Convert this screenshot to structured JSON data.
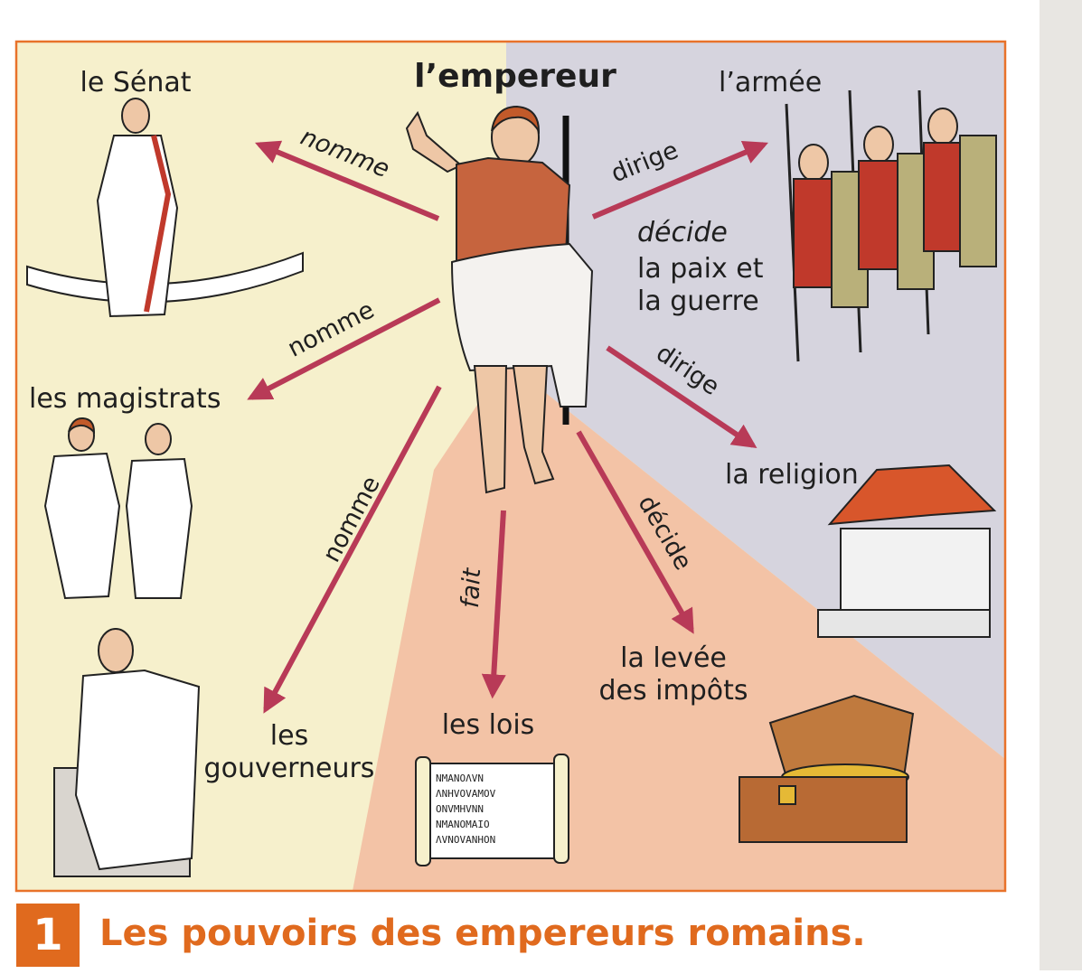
{
  "diagram": {
    "center": {
      "label": "l’empereur"
    },
    "targets": {
      "senat": "le Sénat",
      "magistrats": "les magistrats",
      "gouverneurs": "les\ngouverneurs",
      "lois": "les lois",
      "impots": "la levée\ndes impôts",
      "religion": "la religion",
      "armee": "l’armée",
      "paix_guerre_verb": "décide",
      "paix_guerre_text": "la paix et\nla guerre"
    },
    "verbs": {
      "senat": "nomme",
      "magistrats": "nomme",
      "gouverneurs": "nomme",
      "lois": "fait",
      "impots": "décide",
      "religion": "dirige",
      "armee": "dirige"
    },
    "scroll_text": [
      "ΝΜΑΝΟΛVΝ",
      "ΛΝΗVΟVΑΜΟV",
      "ΟΝVΜΗVΝΝ",
      "ΝΜΑΝΟΜΑΙΟ",
      "ΛVΝΟVΑΝΗΟΝ"
    ]
  },
  "caption": {
    "number": "1",
    "title": "Les pouvoirs des empereurs romains."
  },
  "colors": {
    "civil_zone": "#f6f0cc",
    "military_zone": "#d6d4de",
    "economic_zone": "#f3c3a6",
    "frame": "#e8722a",
    "arrow": "#b83a57",
    "accent": "#e06a1e"
  }
}
